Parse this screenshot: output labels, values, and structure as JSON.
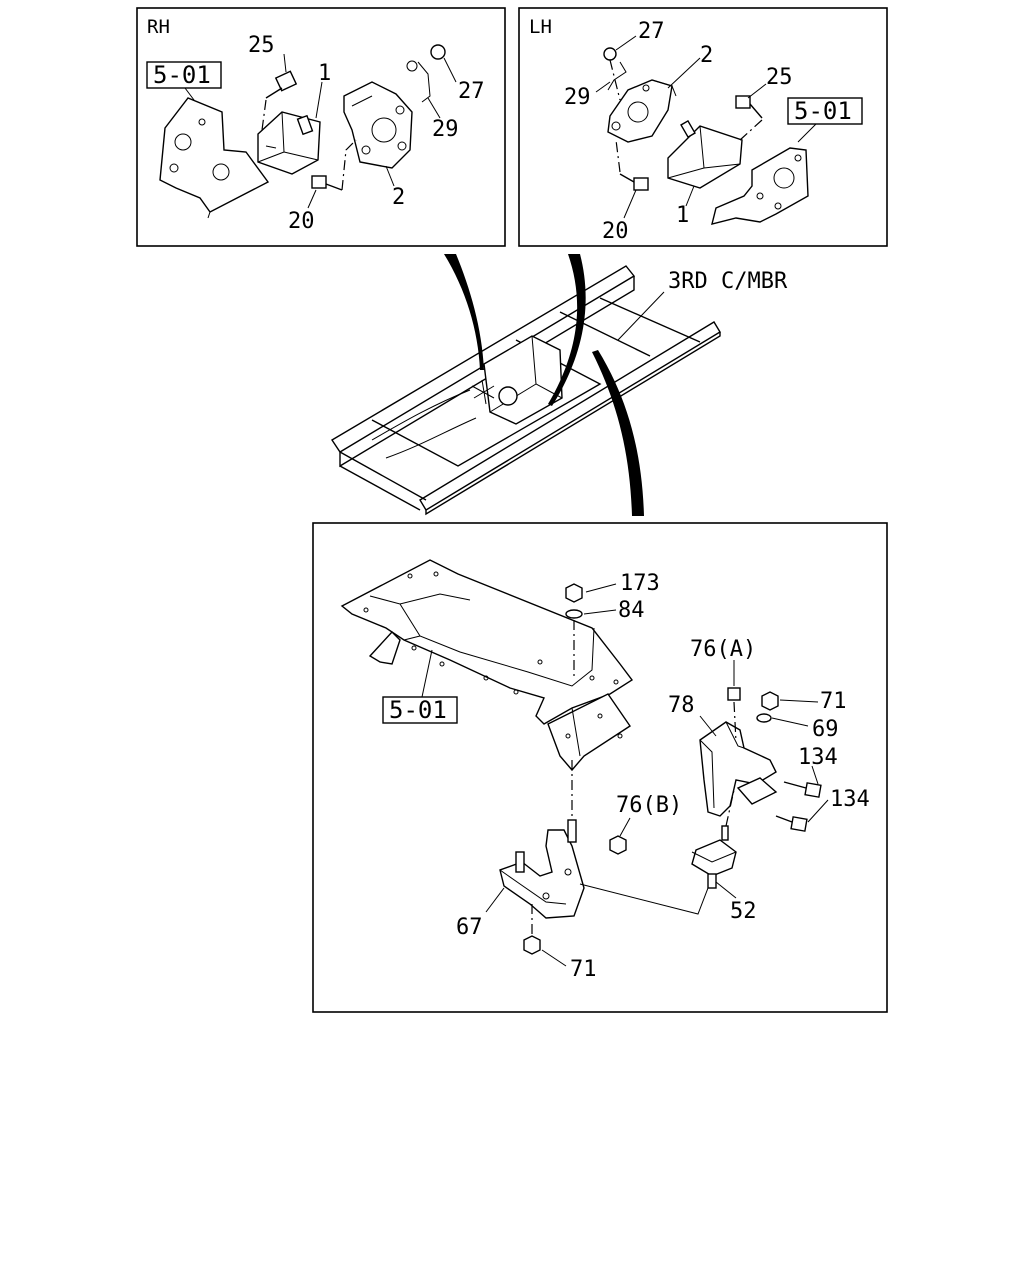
{
  "rh_panel": {
    "side_label": "RH",
    "frame_ref": "5-01",
    "callouts": [
      "25",
      "1",
      "27",
      "29",
      "2",
      "20"
    ]
  },
  "lh_panel": {
    "side_label": "LH",
    "frame_ref": "5-01",
    "callouts": [
      "27",
      "2",
      "29",
      "25",
      "20",
      "1"
    ]
  },
  "chassis": {
    "member_label": "3RD C/MBR"
  },
  "lower_panel": {
    "frame_ref": "5-01",
    "callouts": [
      "173",
      "84",
      "76(A)",
      "71",
      "78",
      "69",
      "134",
      "134",
      "76(B)",
      "67",
      "52",
      "71"
    ]
  }
}
